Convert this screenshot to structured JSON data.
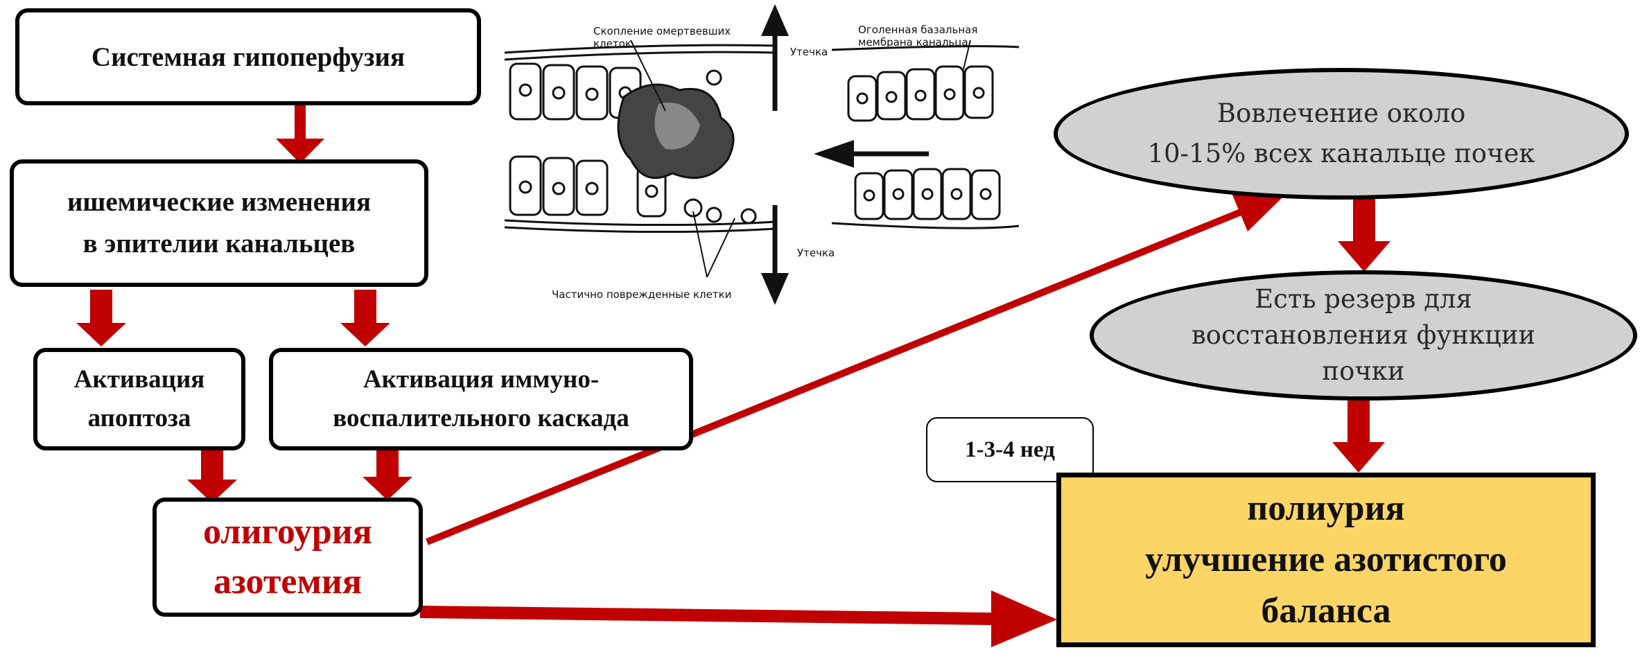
{
  "boxes": {
    "hypoperfusion": "Системная гипоперфузия",
    "ischemic": "ишемические изменения\nв эпителии канальцев",
    "apoptosis": "Активация\nапоптоза",
    "immune": "Активация иммуно-\nвоспалительного каскада",
    "oliguria": "олигоурия\nазотемия",
    "time": "1-3-4 нед",
    "polyuria": "полиурия\nулучшение азотистого\nбаланса"
  },
  "ellipses": {
    "involvement": "Вовлечение около\n10-15% всех канальце почек",
    "reserve": "Есть резерв для\nвосстановления функции\nпочки"
  },
  "illustration": {
    "dead_cells": "Скопление омертвевших\nклеток",
    "leak_top": "Утечка",
    "membrane": "Оголенная базальная\nмембрана канальца",
    "leak_bottom": "Утечка",
    "damaged": "Частично поврежденные клетки"
  },
  "colors": {
    "arrow_red": "#c00000",
    "oliguria_text": "#c00000",
    "polyuria_fill": "#fcd567",
    "ellipse_fill": "#d1d1d1"
  }
}
